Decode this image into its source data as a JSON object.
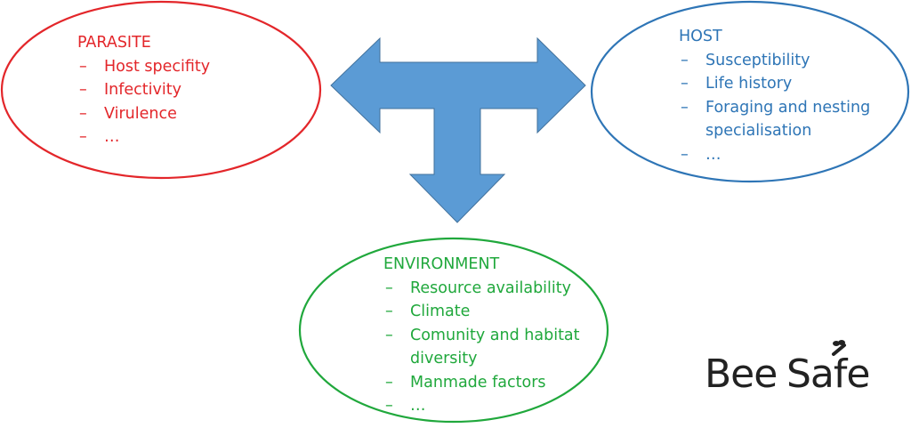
{
  "colors": {
    "parasite": "#e3262a",
    "host": "#2e75b6",
    "environment": "#20a83c",
    "arrow": "#5b9bd5",
    "arrow_stroke": "#41719c",
    "logo": "#222222"
  },
  "parasite": {
    "heading": "PARASITE",
    "items": [
      "Host specifity",
      "Infectivity",
      "Virulence",
      "…"
    ]
  },
  "host": {
    "heading": "HOST",
    "items": [
      "Susceptibility",
      "Life history",
      "Foraging and nesting",
      "specialisation",
      "…"
    ]
  },
  "environment": {
    "heading": "ENVIRONMENT",
    "items": [
      "Resource availability",
      "Climate",
      "Comunity and habitat",
      "diversity",
      "Manmade factors",
      "…"
    ]
  },
  "logo": {
    "bee": "Bee",
    "safe": "Safe"
  },
  "bullet": "–"
}
